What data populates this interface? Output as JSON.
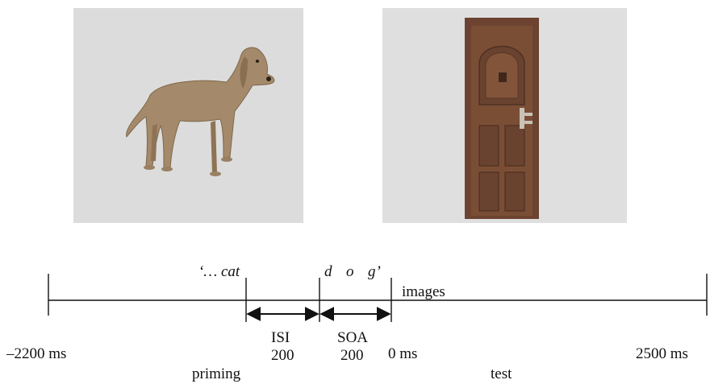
{
  "images": {
    "left_icon": "dog-image",
    "right_icon": "door-image"
  },
  "speech": {
    "prime_word": "‘… cat",
    "target_letters": [
      "d",
      "o",
      "g’"
    ]
  },
  "events": {
    "images_label": "images"
  },
  "intervals": {
    "isi_label": "ISI",
    "isi_value": "200",
    "soa_label": "SOA",
    "soa_value": "200"
  },
  "times": {
    "start": "–2200 ms",
    "zero": "0 ms",
    "end": "2500 ms"
  },
  "phases": {
    "priming": "priming",
    "test": "test"
  },
  "colors": {
    "panel_bg": "#dcdcdc",
    "dog": "#a48a6a",
    "door": "#7a4e35",
    "line": "#111111"
  }
}
